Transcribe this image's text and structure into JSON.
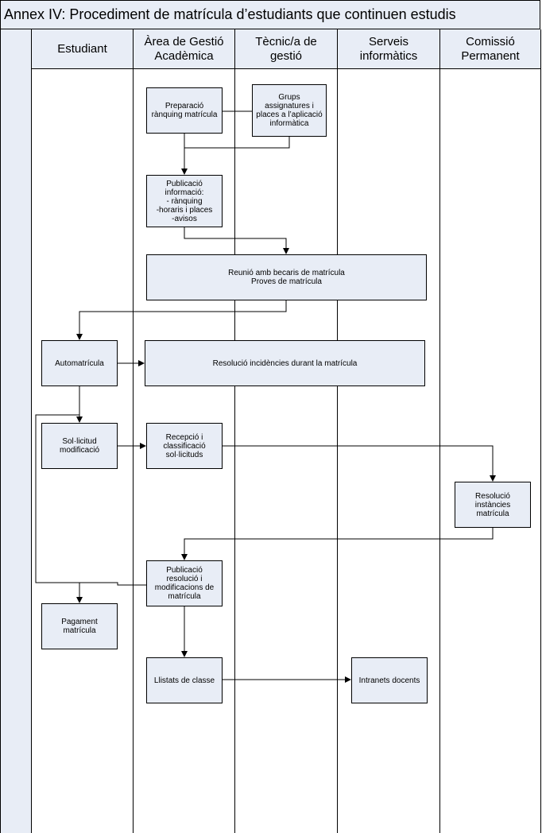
{
  "title": "Annex IV: Procediment de matrícula d’estudiants que continuen estudis",
  "lanes": [
    {
      "id": "estudiant",
      "label": "Estudiant"
    },
    {
      "id": "area",
      "label": "Àrea de Gestió\nAcadèmica"
    },
    {
      "id": "tecnic",
      "label": "Tècnic/a de\ngestió"
    },
    {
      "id": "serveis",
      "label": "Serveis\ninformàtics"
    },
    {
      "id": "comissio",
      "label": "Comissió\nPermanent"
    }
  ],
  "nodes": {
    "preparacio": "Preparació\nrànquing matrícula",
    "grups": "Grups\nassignatures i\nplaces a l’aplicació\ninformàtica",
    "publicacio_info": "Publicació\ninformació:\n- rànquing\n-horaris i places\n-avisos",
    "reunio": "Reunió amb becaris de matrícula\nProves de matrícula",
    "automatricula": "Automatrícula",
    "resolucio_incidencies": "Resolució incidències durant la matrícula",
    "sollicitud": "Sol·licitud\nmodificació",
    "recepcio": "Recepció i\nclassificació\nsol·licituds",
    "resolucio_instancies": "Resolució\ninstàncies\nmatrícula",
    "publicacio_resolucio": "Publicació\nresolució i\nmodificacions de\nmatrícula",
    "pagament": "Pagament\nmatrícula",
    "llistats": "Llistats de classe",
    "intranets": "Intranets docents"
  }
}
